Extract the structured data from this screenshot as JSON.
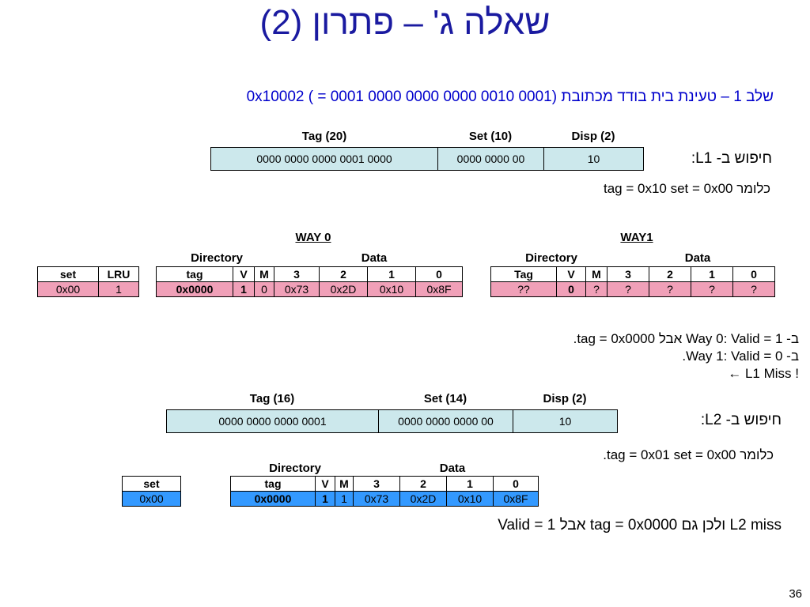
{
  "title": "שאלה ג' – פתרון (2)",
  "step1": "שלב 1 – טעינת בית בודד מכתובת 0x10002 ( = 0001 0000 0000 0000 0010 0001)",
  "l1": {
    "headers": [
      "Tag (20)",
      "Set (10)",
      "Disp (2)"
    ],
    "values": [
      "0000 0000 0000 0001 0000",
      "0000 0000 00",
      "10"
    ],
    "label": "חיפוש ב- L1:",
    "meaning": "כלומר tag = 0x10  set = 0x00"
  },
  "way0": {
    "title": "WAY 0",
    "directory": "Directory",
    "data": "Data",
    "headers": [
      "tag",
      "V",
      "M",
      "3",
      "2",
      "1",
      "0"
    ],
    "row": [
      "0x0000",
      "1",
      "0",
      "0x73",
      "0x2D",
      "0x10",
      "0x8F"
    ]
  },
  "way1": {
    "title": "WAY1",
    "directory": "Directory",
    "data": "Data",
    "headers": [
      "Tag",
      "V",
      "M",
      "3",
      "2",
      "1",
      "0"
    ],
    "row": [
      "??",
      "0",
      "?",
      "?",
      "?",
      "?",
      "?"
    ]
  },
  "lru": {
    "headers": [
      "set",
      "LRU"
    ],
    "row": [
      "0x00",
      "1"
    ]
  },
  "notes": [
    "ב- Way 0:  Valid = 1 אבל tag = 0x0000.",
    "ב- Way 1:  Valid = 0.",
    "← L1 Miss !"
  ],
  "l2": {
    "headers": [
      "Tag (16)",
      "Set (14)",
      "Disp (2)"
    ],
    "values": [
      "0000 0000 0000 0001",
      "0000 0000 0000 00",
      "10"
    ],
    "label": "חיפוש ב- L2:",
    "meaning": "כלומר tag = 0x01  set = 0x00."
  },
  "l2table": {
    "directory": "Directory",
    "data": "Data",
    "set_header": "set",
    "set_value": "0x00",
    "headers": [
      "tag",
      "V",
      "M",
      "3",
      "2",
      "1",
      "0"
    ],
    "row": [
      "0x0000",
      "1",
      "1",
      "0x73",
      "0x2D",
      "0x10",
      "0x8F"
    ]
  },
  "conclusion": "Valid = 1 אבל tag = 0x0000 ולכן גם L2 miss",
  "page_number": "36"
}
